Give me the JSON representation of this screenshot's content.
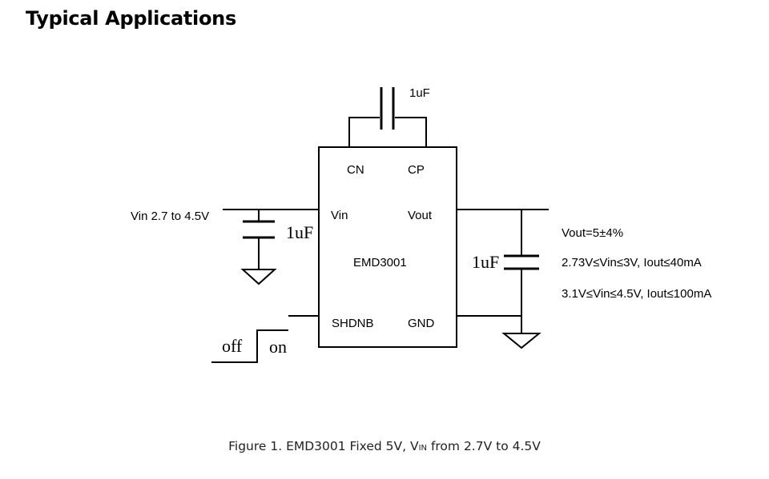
{
  "title": "Typical Applications",
  "schematic": {
    "chip": {
      "name": "EMD3001",
      "pins": {
        "cn": "CN",
        "cp": "CP",
        "vin": "Vin",
        "vout": "Vout",
        "shdnb": "SHDNB",
        "gnd": "GND"
      }
    },
    "caps": {
      "flying": "1uF",
      "input": "1uF",
      "output": "1uF"
    },
    "input_label": "Vin 2.7 to 4.5V",
    "switch": {
      "off": "off",
      "on": "on"
    },
    "specs": [
      "Vout=5±4%",
      "2.73V≤Vin≤3V, Iout≤40mA",
      "3.1V≤Vin≤4.5V, Iout≤100mA"
    ]
  },
  "caption": {
    "prefix": "Figure 1. EMD3001 Fixed 5V, V",
    "subscript": "IN",
    "suffix": " from 2.7V to 4.5V"
  }
}
